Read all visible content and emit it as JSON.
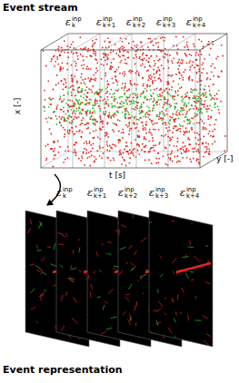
{
  "diagram": {
    "labels": [
      "Event stream",
      "ε",
      "inp",
      "k",
      "ε",
      "inp",
      "k+1",
      "ε",
      "inp",
      "k+2",
      "ε",
      "inp",
      "k+3",
      "ε",
      "inp",
      "k+4",
      "x [-]",
      "t [s]",
      "y [-]",
      "ε",
      "inp",
      "k",
      "ε",
      "inp",
      "k+1",
      "ε",
      "inp",
      "k+2",
      "ε",
      "inp",
      "k+3",
      "ε",
      "inp",
      "k+4",
      "Event representation"
    ]
  }
}
